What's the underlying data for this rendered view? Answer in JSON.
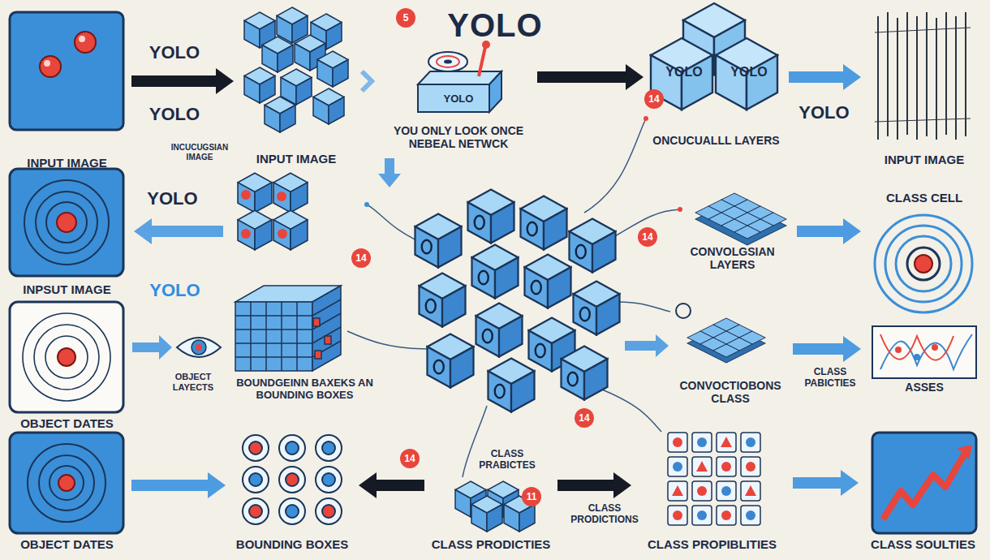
{
  "diagram": {
    "title": "YOLO",
    "nodes": [
      {
        "text": [
          "INPUT IMAGE"
        ]
      },
      {
        "text": [
          "INPUT IMAGE"
        ]
      },
      {
        "text": [
          "YOLO",
          "YOU ONLY LOOK ONCE NEBEAL NETWCK"
        ]
      },
      {
        "text": [
          "YOLO",
          "YOLO",
          "ONCUCUALLL LAYERS"
        ]
      },
      {
        "text": [
          "INPUT IMAGE"
        ]
      },
      {
        "text": [
          "INPSUT IMAGE"
        ]
      },
      {
        "text": [
          "CONVOLGSIAN LAYERS"
        ]
      },
      {
        "text": [
          "CLASS CELL"
        ]
      },
      {
        "text": [
          "OBJECT DATES"
        ]
      },
      {
        "text": [
          "BOUNDGEINN BAXEKS AN BOUNDING BOXES"
        ]
      },
      {
        "text": [
          "CONVOCTIOBONS CLASS"
        ]
      },
      {
        "text": [
          "ASSES"
        ]
      },
      {
        "text": [
          "OBJECT DATES"
        ]
      },
      {
        "text": [
          "BOUNDING BOXES"
        ]
      },
      {
        "text": [
          "CLASS PRABICTES",
          "CLASS PRODICTIES"
        ]
      },
      {
        "text": [
          "CLASS PROPIBLITIES"
        ]
      },
      {
        "text": [
          "CLASS SOULTIES"
        ]
      }
    ],
    "edges": [
      {
        "from": 0,
        "to": 1,
        "arrow": "to"
      },
      {
        "from": 2,
        "to": 3,
        "arrow": "to"
      },
      {
        "from": 3,
        "to": 4,
        "arrow": "to"
      },
      {
        "from": 6,
        "to": 7,
        "arrow": "to"
      },
      {
        "from": 10,
        "to": 11,
        "arrow": "to"
      },
      {
        "from": 12,
        "to": 13,
        "arrow": "to"
      },
      {
        "from": 14,
        "to": 13,
        "arrow": "to"
      },
      {
        "from": 14,
        "to": 15,
        "arrow": "to"
      },
      {
        "from": 15,
        "to": 16,
        "arrow": "to"
      }
    ],
    "labels": [
      "YOLO",
      "YOLO",
      "INCUCUGSIAN IMAGE",
      "YOLO",
      "YOLO",
      "YOLO",
      "OBJECT LAYECTS",
      "CLASS PABICTIES",
      "CLASS PRODICTIONS",
      "5",
      "14",
      "14",
      "14",
      "14",
      "14",
      "11"
    ]
  }
}
